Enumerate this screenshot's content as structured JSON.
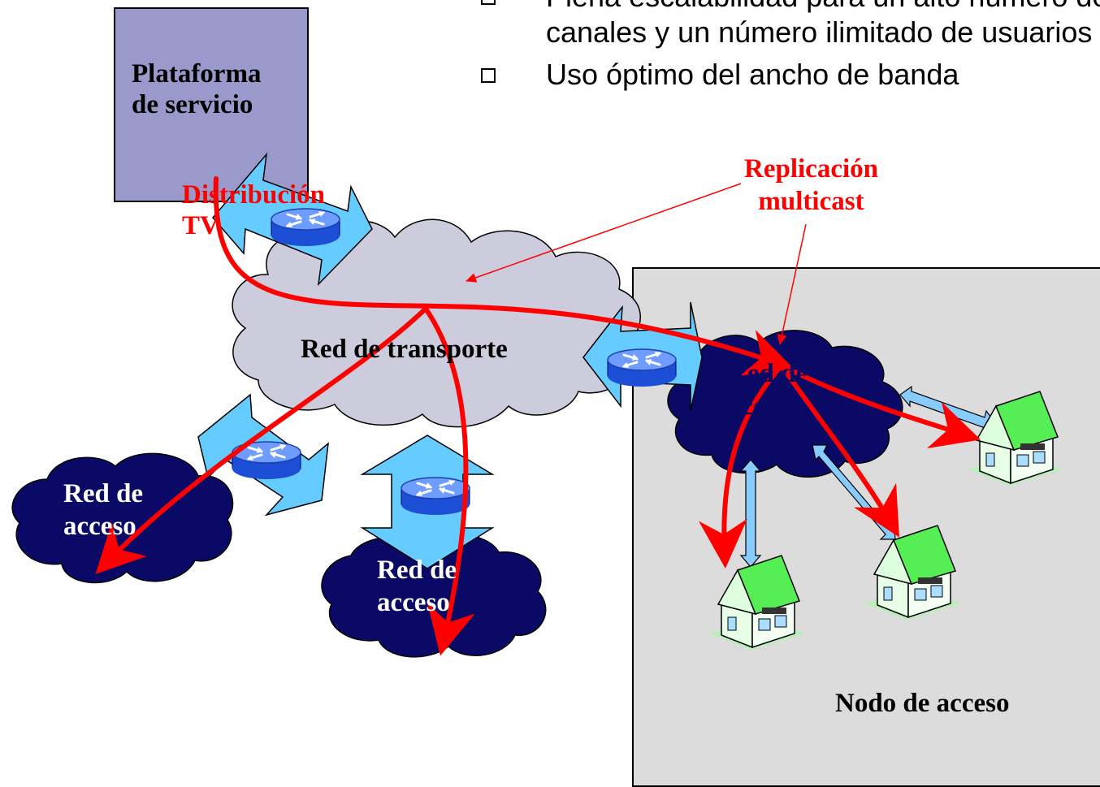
{
  "bullets": [
    "Plena escalabilidad para un alto  número de",
    "canales y un número ilimitado de usuarios",
    "Uso óptimo del ancho de banda"
  ],
  "platform": {
    "label_line1": "Plataforma",
    "label_line2": "de servicio"
  },
  "transport_network": "Red de transporte",
  "access_networks": [
    {
      "line1": "Red de",
      "line2": "acceso"
    },
    {
      "line1": "Red de",
      "line2": "acceso"
    },
    {
      "line1": "Red de",
      "line2": "acceso"
    }
  ],
  "annotations": {
    "tv_distribution_line1": "Distribución",
    "tv_distribution_line2": "TV",
    "multicast_line1": "Replicación",
    "multicast_line2": "multicast"
  },
  "access_node_label": "Nodo de acceso",
  "colors": {
    "platform": "#9999cc",
    "transport_cloud": "#ccccdd",
    "access_cloud": "#000066",
    "router_body": "#3366ff",
    "link_arrow": "#66ccff",
    "flow": "#ff0000",
    "access_node_bg": "#dcdcdc",
    "house_roof": "#66ff66",
    "house_wall": "#e8ffe8"
  },
  "icons": [
    "router-icon",
    "house-icon",
    "cloud-shape",
    "double-arrow"
  ]
}
